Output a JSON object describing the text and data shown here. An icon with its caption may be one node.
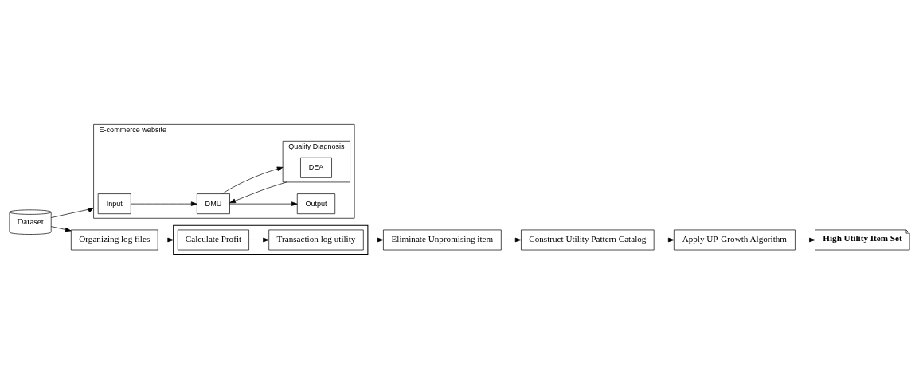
{
  "diagram": {
    "nodes": [
      {
        "text": [
          "E-commerce website"
        ]
      },
      {
        "text": [
          "Input"
        ],
        "in": 0
      },
      {
        "text": [
          "DMU"
        ],
        "in": 0
      },
      {
        "text": [
          "Output"
        ],
        "in": 0
      },
      {
        "text": [
          "Quality Diagnosis"
        ],
        "in": 0
      },
      {
        "text": [
          "DEA"
        ],
        "in": 4
      },
      {
        "text": [
          "Dataset"
        ]
      },
      {
        "text": [
          "Organizing log files"
        ]
      },
      {
        "text": [],
        "shape": "box"
      },
      {
        "text": [
          "Calculate Profit"
        ],
        "in": 8
      },
      {
        "text": [
          "Transaction log utility"
        ],
        "in": 8
      },
      {
        "text": [
          "Eliminate Unpromising item"
        ]
      },
      {
        "text": [
          "Construct Utility Pattern Catalog"
        ]
      },
      {
        "text": [
          "Apply UP-Growth Algorithm"
        ]
      },
      {
        "text": [
          "High Utility Item Set"
        ]
      }
    ],
    "edges": [
      {
        "from": 1,
        "to": 2,
        "arrow": "to"
      },
      {
        "from": 2,
        "to": 3,
        "arrow": "to"
      },
      {
        "from": 2,
        "to": 4,
        "arrow": "to"
      },
      {
        "from": 4,
        "to": 2,
        "arrow": "to"
      },
      {
        "from": 6,
        "to": 0,
        "arrow": "to"
      },
      {
        "from": 6,
        "to": 7,
        "arrow": "to"
      },
      {
        "from": 7,
        "to": 8,
        "arrow": "to"
      },
      {
        "from": 9,
        "to": 10,
        "arrow": "to"
      },
      {
        "from": 10,
        "to": 11,
        "arrow": "to"
      },
      {
        "from": 11,
        "to": 12,
        "arrow": "to"
      },
      {
        "from": 12,
        "to": 13,
        "arrow": "to"
      },
      {
        "from": 13,
        "to": 14,
        "arrow": "to"
      }
    ]
  }
}
